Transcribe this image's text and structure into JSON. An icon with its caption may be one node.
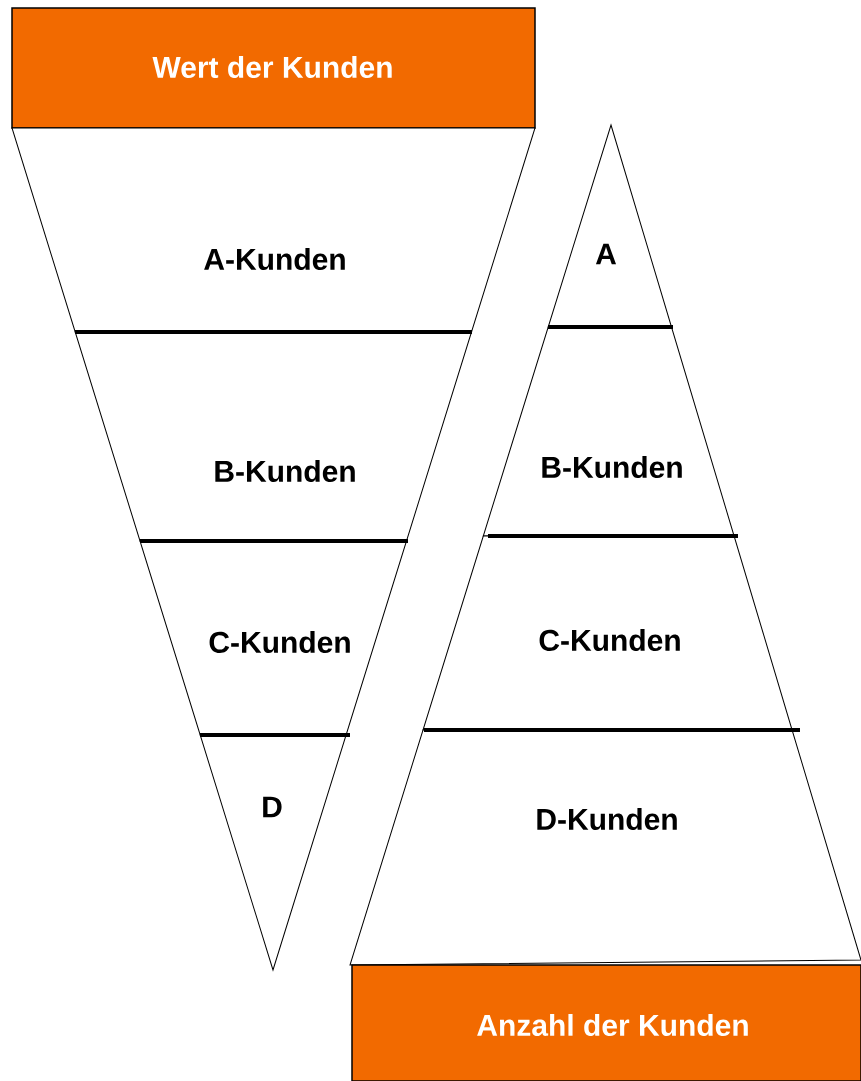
{
  "diagram": {
    "nodes": [
      {
        "text": [
          "Wert der Kunden"
        ]
      },
      {
        "text": [
          "A-Kunden"
        ]
      },
      {
        "text": [
          "B-Kunden"
        ]
      },
      {
        "text": [
          "C-Kunden"
        ]
      },
      {
        "text": [
          "D"
        ]
      },
      {
        "text": [
          "A"
        ]
      },
      {
        "text": [
          "B-Kunden"
        ]
      },
      {
        "text": [
          "C-Kunden"
        ]
      },
      {
        "text": [
          "D-Kunden"
        ]
      },
      {
        "text": [
          "Anzahl der Kunden"
        ]
      }
    ]
  }
}
